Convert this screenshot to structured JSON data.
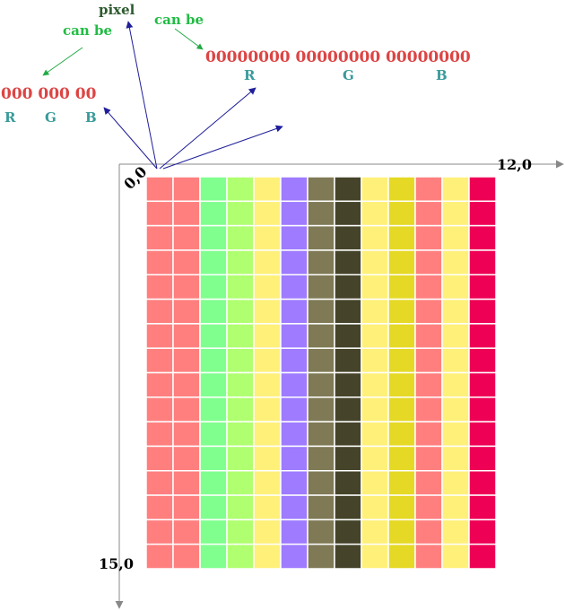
{
  "labels": {
    "pixel": "pixel",
    "can_be_left": "can be",
    "can_be_right": "can be",
    "bits_short": "000 000 00",
    "bits_long": "00000000 00000000 00000000",
    "channels": [
      "R",
      "G",
      "B"
    ],
    "origin": "0,0",
    "x_end": "12,0",
    "y_end": "15,0"
  },
  "colors": {
    "pixel_label": "#2e5b2e",
    "can_be": "#22bb44",
    "bits": "#dd4444",
    "channel": "#3a9a9a",
    "arrow_blue": "#1f1f9a",
    "arrow_green": "#22aa44",
    "axis": "#888888"
  },
  "grid": {
    "rows": 16,
    "columns": 13,
    "column_colors": [
      "#ff7f7f",
      "#ff7f7f",
      "#80ff8f",
      "#b0ff70",
      "#fff07a",
      "#9e7bff",
      "#7f7a55",
      "#45442a",
      "#fff07a",
      "#e5d925",
      "#ff7f7f",
      "#fff07a",
      "#ee0055"
    ]
  }
}
